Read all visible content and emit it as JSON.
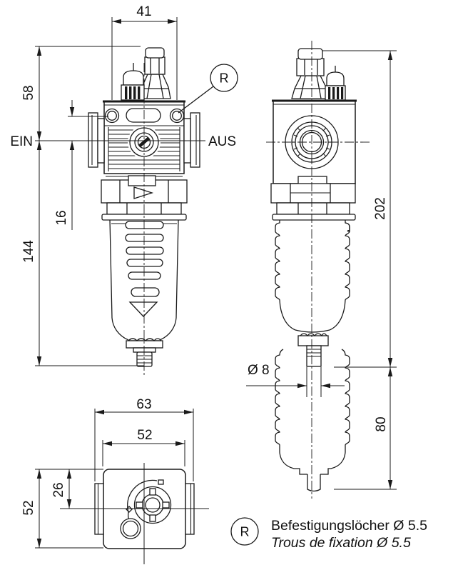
{
  "front_view": {
    "dim_hole_spacing": "41",
    "dim_top_to_axis": "58",
    "dim_axis_to_holes": "16",
    "dim_axis_to_bottom": "144",
    "inlet_label": "EIN",
    "outlet_label": "AUS",
    "callout": "R"
  },
  "side_view": {
    "dim_total_height": "202",
    "dim_drain_diameter": "Ø 8",
    "dim_removal_clearance": "80"
  },
  "top_view": {
    "dim_overall_width": "63",
    "dim_body_width": "52",
    "dim_axis_to_front": "26",
    "dim_overall_depth": "52"
  },
  "legend": {
    "callout": "R",
    "text_de": "Befestigungslöcher Ø 5.5",
    "text_fr": "Trous de fixation Ø 5.5"
  },
  "colors": {
    "line": "#1a1a1a",
    "background": "#ffffff"
  }
}
